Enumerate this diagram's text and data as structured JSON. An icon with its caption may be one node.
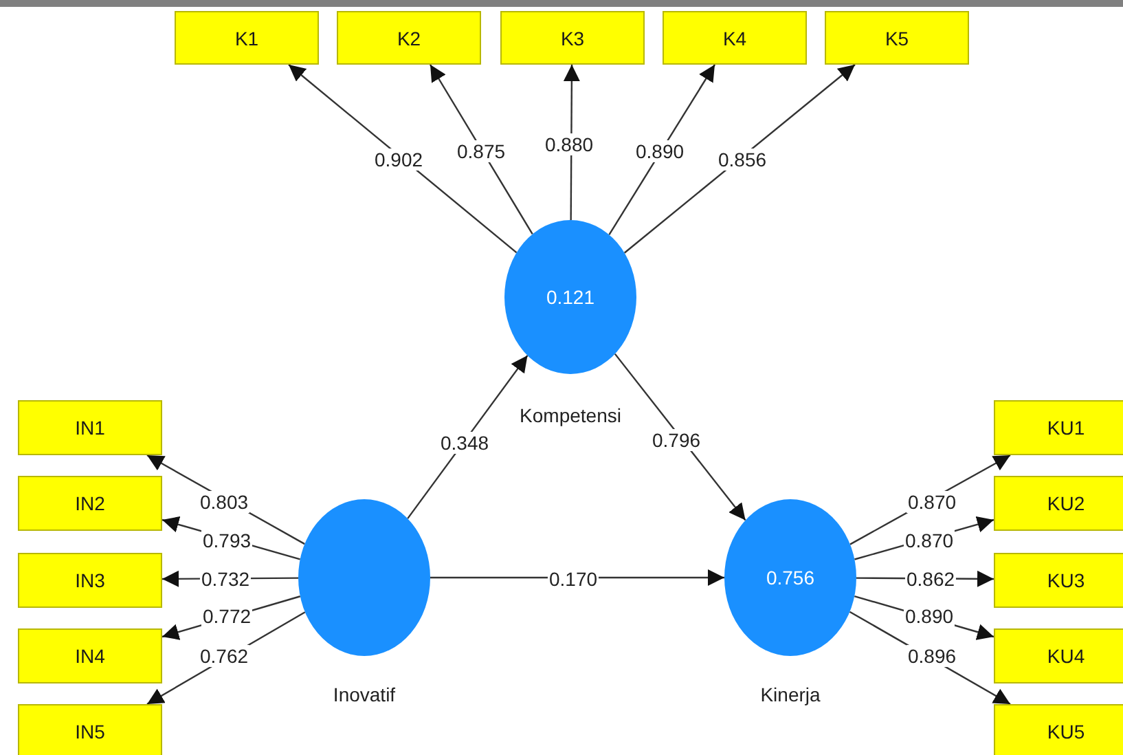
{
  "diagram": {
    "nodes": [
      {
        "text": [
          "K1"
        ]
      },
      {
        "text": [
          "K2"
        ]
      },
      {
        "text": [
          "K3"
        ]
      },
      {
        "text": [
          "K4"
        ]
      },
      {
        "text": [
          "K5"
        ]
      },
      {
        "text": [
          "0.121"
        ],
        "beside": [
          "Kompetensi"
        ]
      },
      {
        "text": [
          "IN1"
        ]
      },
      {
        "text": [
          "IN2"
        ]
      },
      {
        "text": [
          "IN3"
        ]
      },
      {
        "text": [
          "IN4"
        ]
      },
      {
        "text": [
          "IN5"
        ]
      },
      {
        "text": [],
        "shape": "circle",
        "beside": [
          "Inovatif"
        ]
      },
      {
        "text": [
          "0.756"
        ],
        "beside": [
          "Kinerja"
        ]
      },
      {
        "text": [
          "KU1"
        ]
      },
      {
        "text": [
          "KU2"
        ]
      },
      {
        "text": [
          "KU3"
        ]
      },
      {
        "text": [
          "KU4"
        ]
      },
      {
        "text": [
          "KU5"
        ]
      }
    ],
    "edges": [
      {
        "from": 5,
        "to": 0,
        "arrow": "to",
        "label": "0.902"
      },
      {
        "from": 5,
        "to": 1,
        "arrow": "to",
        "label": "0.875"
      },
      {
        "from": 5,
        "to": 2,
        "arrow": "to",
        "label": "0.880"
      },
      {
        "from": 5,
        "to": 3,
        "arrow": "to",
        "label": "0.890"
      },
      {
        "from": 5,
        "to": 4,
        "arrow": "to",
        "label": "0.856"
      },
      {
        "from": 11,
        "to": 5,
        "arrow": "to",
        "label": "0.348"
      },
      {
        "from": 5,
        "to": 12,
        "arrow": "to",
        "label": "0.796"
      },
      {
        "from": 11,
        "to": 6,
        "arrow": "to",
        "label": "0.803"
      },
      {
        "from": 11,
        "to": 7,
        "arrow": "to",
        "label": "0.793"
      },
      {
        "from": 11,
        "to": 8,
        "arrow": "to",
        "label": "0.732"
      },
      {
        "from": 11,
        "to": 9,
        "arrow": "to",
        "label": "0.772"
      },
      {
        "from": 11,
        "to": 10,
        "arrow": "to",
        "label": "0.762"
      },
      {
        "from": 11,
        "to": 12,
        "arrow": "to",
        "label": "0.170"
      },
      {
        "from": 12,
        "to": 13,
        "arrow": "to",
        "label": "0.870"
      },
      {
        "from": 12,
        "to": 14,
        "arrow": "to",
        "label": "0.870"
      },
      {
        "from": 12,
        "to": 15,
        "arrow": "to",
        "label": "0.862"
      },
      {
        "from": 12,
        "to": 16,
        "arrow": "to",
        "label": "0.890"
      },
      {
        "from": 12,
        "to": 17,
        "arrow": "to",
        "label": "0.896"
      }
    ]
  }
}
